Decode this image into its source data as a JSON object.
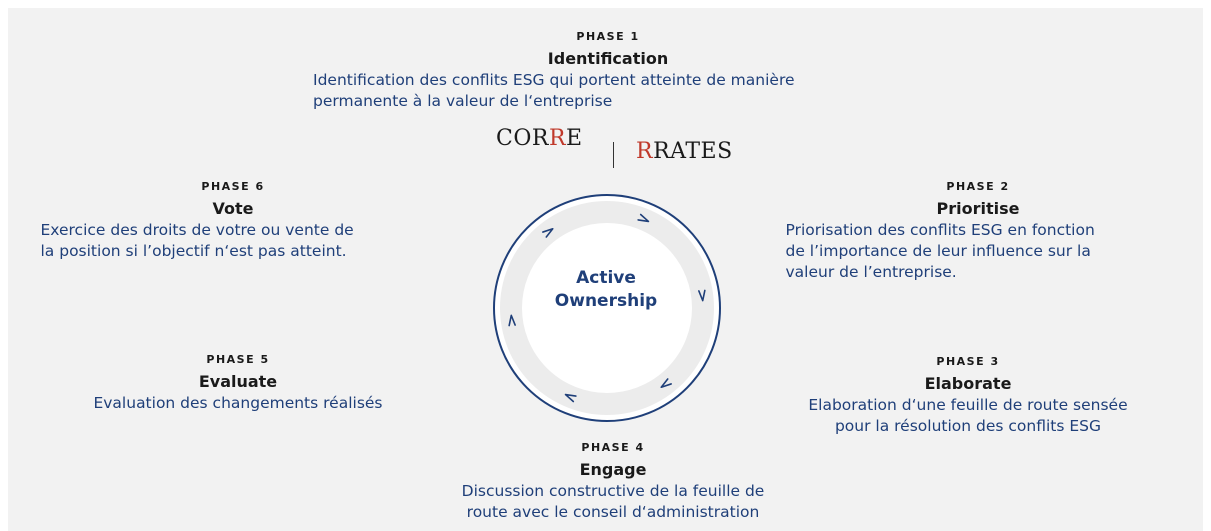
{
  "phases": [
    {
      "label": "PHASE 1",
      "title": "Identification",
      "desc": [
        "Identification des conflits ESG qui portent atteinte de manière",
        "permanente à la valeur de l‘entreprise"
      ]
    },
    {
      "label": "PHASE 2",
      "title": "Prioritise",
      "desc": [
        "Priorisation des conflits ESG en fonction",
        "de l’importance de leur influence sur la",
        "valeur de l’entreprise."
      ]
    },
    {
      "label": "PHASE 3",
      "title": "Elaborate",
      "desc": [
        "Elaboration d‘une feuille de route sensée",
        "pour la résolution des conflits ESG"
      ]
    },
    {
      "label": "PHASE 4",
      "title": "Engage",
      "desc": [
        "Discussion constructive de la feuille de",
        "route avec le conseil d‘administration"
      ]
    },
    {
      "label": "PHASE 5",
      "title": "Evaluate",
      "desc": [
        "Evaluation des changements réalisés"
      ]
    },
    {
      "label": "PHASE 6",
      "title": "Vote",
      "desc": [
        "Exercice des droits de votre ou vente de",
        "la position si l’objectif n‘est pas atteint."
      ]
    }
  ],
  "center": {
    "line1": "Active",
    "line2": "Ownership"
  },
  "logos": {
    "left": "CORRE",
    "right": "RRATES"
  },
  "colors": {
    "background": "#f2f2f2",
    "accent": "#1f3f79",
    "logo_red": "#c0392b",
    "ring": "#1f3f79"
  }
}
